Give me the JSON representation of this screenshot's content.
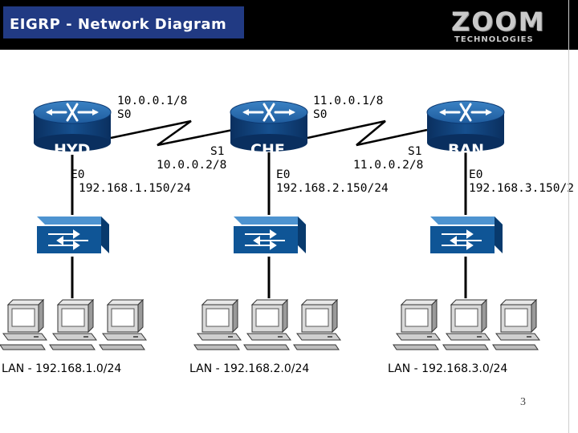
{
  "header": {
    "title": "EIGRP - Network Diagram",
    "logo_main": "ZOOM",
    "logo_sub": "TECHNOLOGIES"
  },
  "routers": [
    {
      "name": "HYD",
      "left_iface_ip": "10.0.0.1/8",
      "left_iface": "S0",
      "e0_iface": "E0",
      "e0_ip": "192.168.1.150/24"
    },
    {
      "name": "CHE",
      "left_iface_ip": "11.0.0.1/8",
      "left_iface": "S0",
      "right_iface": "S1",
      "right_iface_ip": "10.0.0.2/8",
      "e0_iface": "E0",
      "e0_ip": "192.168.2.150/24"
    },
    {
      "name": "BAN",
      "right_iface": "S1",
      "right_iface_ip": "11.0.0.2/8",
      "e0_iface": "E0",
      "e0_ip": "192.168.3.150/2"
    }
  ],
  "lans": [
    "LAN - 192.168.1.0/24",
    "LAN - 192.168.2.0/24",
    "LAN - 192.168.3.0/24"
  ],
  "page_number": "3",
  "colors": {
    "header_bg": "#000000",
    "title_bg": "#213a83",
    "router_top": "#1f5c9e",
    "router_body": "#0d3a73",
    "switch_face": "#0f5596",
    "link": "#000000"
  },
  "icons": {
    "router": "router-icon",
    "switch": "switch-icon",
    "pc": "pc-icon",
    "serial_link": "lightning-serial-link"
  }
}
